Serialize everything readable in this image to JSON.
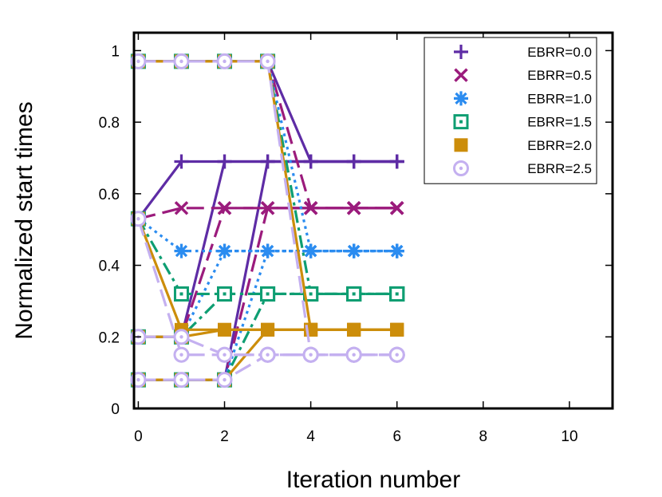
{
  "chart_data": {
    "type": "line",
    "title": "",
    "xlabel": "Iteration number",
    "ylabel": "Normalized start times",
    "xlim": [
      -0.1,
      11
    ],
    "ylim": [
      0,
      1.05
    ],
    "xticks": [
      0,
      2,
      4,
      6,
      8,
      10
    ],
    "yticks": [
      0,
      0.2,
      0.4,
      0.6,
      0.8,
      1
    ],
    "x_tick_labels": [
      "0",
      "2",
      "4",
      "6",
      "8",
      "10"
    ],
    "y_tick_labels": [
      "0",
      "0.2",
      "0.4",
      "0.6",
      "0.8",
      "1"
    ],
    "legend_position": "top-right",
    "grid": false,
    "x": [
      0,
      1,
      2,
      3,
      4,
      5,
      6
    ],
    "series": [
      {
        "name": "EBRR=0.0",
        "color": "#5e2ca5",
        "marker": "plus",
        "dash": "solid",
        "jobs": [
          [
            0.53,
            0.69,
            0.69,
            0.69,
            0.69,
            0.69,
            0.69
          ],
          [
            0.97,
            0.97,
            0.97,
            0.97,
            0.69,
            0.69,
            0.69
          ],
          [
            0.08,
            0.08,
            0.08,
            0.69,
            0.69,
            0.69,
            0.69
          ],
          [
            0.2,
            0.2,
            0.69,
            0.69,
            0.69,
            0.69,
            0.69
          ]
        ]
      },
      {
        "name": "EBRR=0.5",
        "color": "#9b1b7c",
        "marker": "cross",
        "dash": "long-dash",
        "jobs": [
          [
            0.53,
            0.56,
            0.56,
            0.56,
            0.56,
            0.56,
            0.56
          ],
          [
            0.97,
            0.97,
            0.97,
            0.97,
            0.56,
            0.56,
            0.56
          ],
          [
            0.08,
            0.08,
            0.08,
            0.56,
            0.56,
            0.56,
            0.56
          ],
          [
            0.2,
            0.2,
            0.56,
            0.56,
            0.56,
            0.56,
            0.56
          ]
        ]
      },
      {
        "name": "EBRR=1.0",
        "color": "#2b8cf0",
        "marker": "star",
        "dash": "dotted",
        "jobs": [
          [
            0.53,
            0.44,
            0.44,
            0.44,
            0.44,
            0.44,
            0.44
          ],
          [
            0.97,
            0.97,
            0.97,
            0.97,
            0.44,
            0.44,
            0.44
          ],
          [
            0.08,
            0.08,
            0.08,
            0.44,
            0.44,
            0.44,
            0.44
          ],
          [
            0.2,
            0.2,
            0.44,
            0.44,
            0.44,
            0.44,
            0.44
          ]
        ]
      },
      {
        "name": "EBRR=1.5",
        "color": "#0e9e72",
        "marker": "square-dot",
        "dash": "dash-dot",
        "jobs": [
          [
            0.53,
            0.32,
            0.32,
            0.32,
            0.32,
            0.32,
            0.32
          ],
          [
            0.97,
            0.97,
            0.97,
            0.97,
            0.32,
            0.32,
            0.32
          ],
          [
            0.08,
            0.08,
            0.08,
            0.32,
            0.32,
            0.32,
            0.32
          ],
          [
            0.2,
            0.2,
            0.32,
            0.32,
            0.32,
            0.32,
            0.32
          ]
        ]
      },
      {
        "name": "EBRR=2.0",
        "color": "#cc8d0a",
        "marker": "filled-square",
        "dash": "solid",
        "jobs": [
          [
            0.53,
            0.22,
            0.22,
            0.22,
            0.22,
            0.22,
            0.22
          ],
          [
            0.97,
            0.97,
            0.97,
            0.97,
            0.22,
            0.22,
            0.22
          ],
          [
            0.08,
            0.08,
            0.08,
            0.22,
            0.22,
            0.22,
            0.22
          ],
          [
            0.2,
            0.2,
            0.22,
            0.22,
            0.22,
            0.22,
            0.22
          ]
        ]
      },
      {
        "name": "EBRR=2.5",
        "color": "#c4b0f0",
        "marker": "circle-dot",
        "dash": "long-dash",
        "jobs": [
          [
            0.53,
            0.15,
            0.15,
            0.15,
            0.15,
            0.15,
            0.15
          ],
          [
            0.97,
            0.97,
            0.97,
            0.97,
            0.15,
            0.15,
            0.15
          ],
          [
            0.08,
            0.08,
            0.08,
            0.15,
            0.15,
            0.15,
            0.15
          ],
          [
            0.2,
            0.2,
            0.15,
            0.15,
            0.15,
            0.15,
            0.15
          ]
        ]
      }
    ]
  }
}
